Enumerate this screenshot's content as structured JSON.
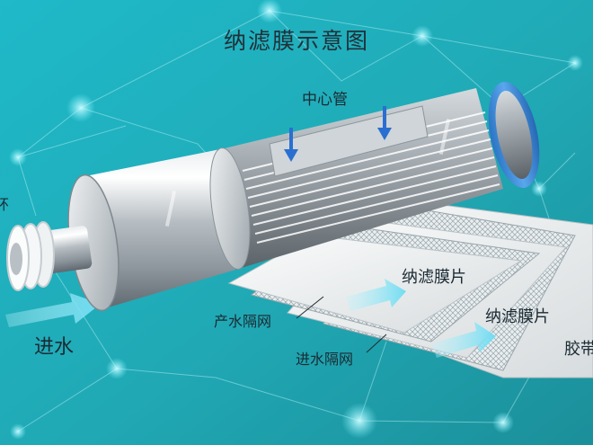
{
  "diagram": {
    "title": "纳滤膜示意图",
    "labels": {
      "center_tube": "中心管",
      "nf_film_1": "纳滤膜片",
      "nf_film_2": "纳滤膜片",
      "product_spacer": "产水隔网",
      "feed_spacer": "进水隔网",
      "feed_inlet": "进水",
      "seal_ring_partial": "环",
      "tape_partial": "胶带"
    }
  },
  "colors": {
    "background_left": "#1fb7c6",
    "background_right": "#1e9aa6",
    "arrow_down": "#2a6fd0",
    "arrow_flow": "#8fe6f6",
    "end_cap": "#3d8ad6"
  }
}
